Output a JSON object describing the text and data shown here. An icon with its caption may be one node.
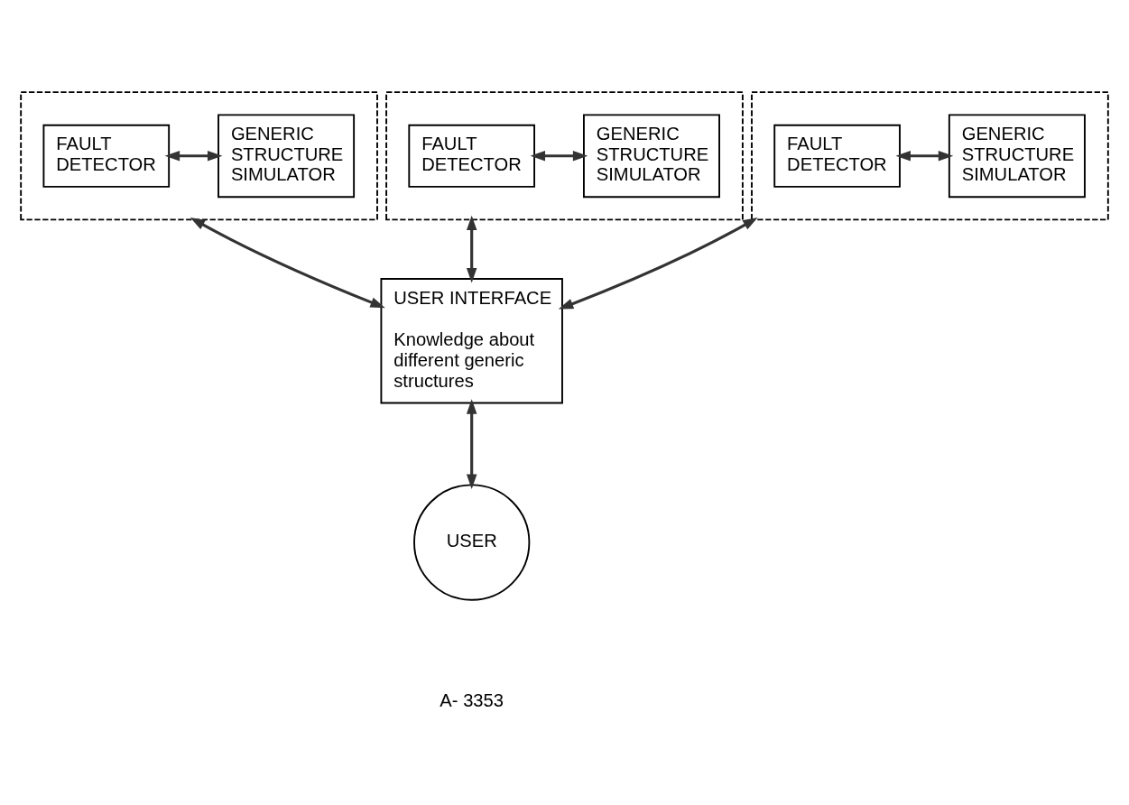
{
  "diagram": {
    "nodes": [
      {
        "text": [],
        "shape": "box"
      },
      {
        "text": [
          "FAULT DETECTOR"
        ],
        "in": 0
      },
      {
        "text": [
          "GENERIC STRUCTURE SIMULATOR"
        ],
        "in": 0
      },
      {
        "text": [],
        "shape": "box"
      },
      {
        "text": [
          "FAULT DETECTOR"
        ],
        "in": 3
      },
      {
        "text": [
          "GENERIC STRUCTURE SIMULATOR"
        ],
        "in": 3
      },
      {
        "text": [],
        "shape": "box"
      },
      {
        "text": [
          "FAULT DETECTOR"
        ],
        "in": 6
      },
      {
        "text": [
          "GENERIC STRUCTURE SIMULATOR"
        ],
        "in": 6
      },
      {
        "text": [
          "USER INTERFACE",
          "Knowledge about different generic structures"
        ]
      },
      {
        "text": [
          "USER"
        ]
      }
    ],
    "edges": [
      {
        "from": 1,
        "to": 2,
        "arrow": "both"
      },
      {
        "from": 4,
        "to": 5,
        "arrow": "both"
      },
      {
        "from": 7,
        "to": 8,
        "arrow": "both"
      },
      {
        "from": 0,
        "to": 9,
        "arrow": "both"
      },
      {
        "from": 3,
        "to": 9,
        "arrow": "both"
      },
      {
        "from": 6,
        "to": 9,
        "arrow": "both"
      },
      {
        "from": 9,
        "to": 10,
        "arrow": "both"
      }
    ],
    "labels": [
      "A- 3353"
    ]
  }
}
